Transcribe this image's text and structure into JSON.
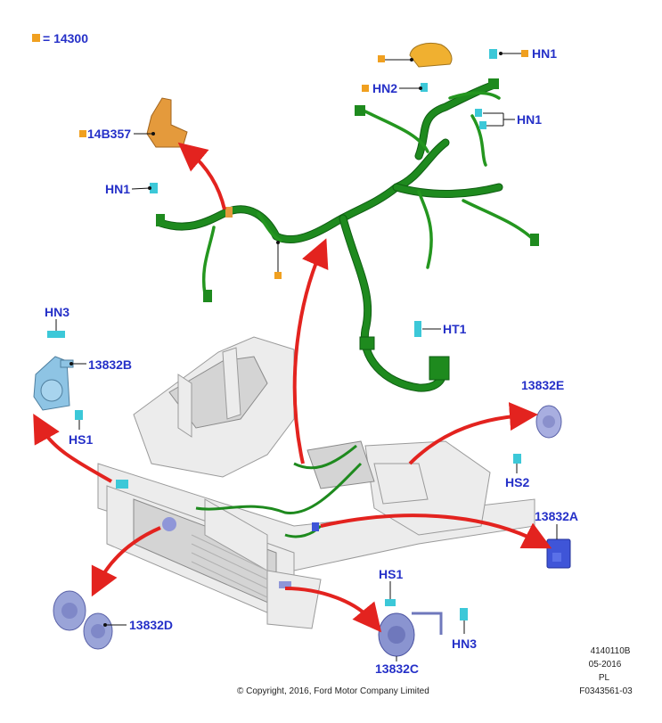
{
  "legend": {
    "label": "= 14300",
    "swatch_color": "#f0a020"
  },
  "callouts": {
    "c14b357": "14B357",
    "hn1_left": "HN1",
    "hn2": "HN2",
    "hn1_top": "HN1",
    "hn1_right": "HN1",
    "ht1": "HT1",
    "hn3_left": "HN3",
    "c13832b": "13832B",
    "hs1_left": "HS1",
    "c13832e": "13832E",
    "hs2": "HS2",
    "c13832a": "13832A",
    "hs1_bottom": "HS1",
    "hn3_bottom": "HN3",
    "c13832c": "13832C",
    "c13832d": "13832D"
  },
  "footer": {
    "copyright": "© Copyright, 2016, Ford Motor Company Limited",
    "code1": "4140110B",
    "date": "05-2016",
    "lang": "PL",
    "ref": "F0343561-03"
  },
  "colors": {
    "callout_text": "#2530c8",
    "arrow": "#e3231f",
    "harness": "#1e8a1e",
    "marker_orange": "#f0a020",
    "fastener_cyan": "#3cc8d8",
    "horn_blue": "#8aa8e8",
    "relay_blue": "#3f55d8",
    "horn_grey_blue": "#9aa4d8"
  }
}
